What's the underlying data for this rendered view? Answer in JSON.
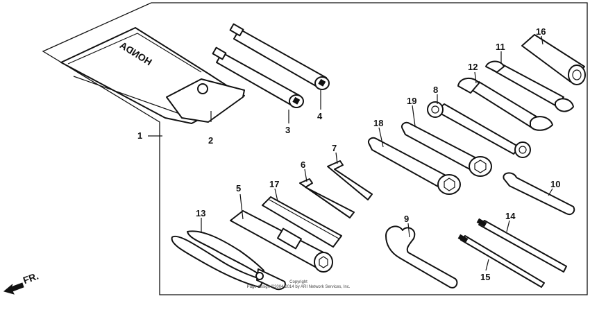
{
  "diagram": {
    "brand_on_pouch": "HONDA",
    "direction_label": "FR.",
    "copyright_lines": [
      "Copyright",
      "Page design ©2004-2014 by ARI Network Services, Inc."
    ],
    "parts": [
      {
        "ref": "1"
      },
      {
        "ref": "2"
      },
      {
        "ref": "3"
      },
      {
        "ref": "4"
      },
      {
        "ref": "5"
      },
      {
        "ref": "6"
      },
      {
        "ref": "7"
      },
      {
        "ref": "8"
      },
      {
        "ref": "9"
      },
      {
        "ref": "10"
      },
      {
        "ref": "11"
      },
      {
        "ref": "12"
      },
      {
        "ref": "13"
      },
      {
        "ref": "14"
      },
      {
        "ref": "15"
      },
      {
        "ref": "16"
      },
      {
        "ref": "17"
      },
      {
        "ref": "18"
      },
      {
        "ref": "19"
      }
    ]
  }
}
